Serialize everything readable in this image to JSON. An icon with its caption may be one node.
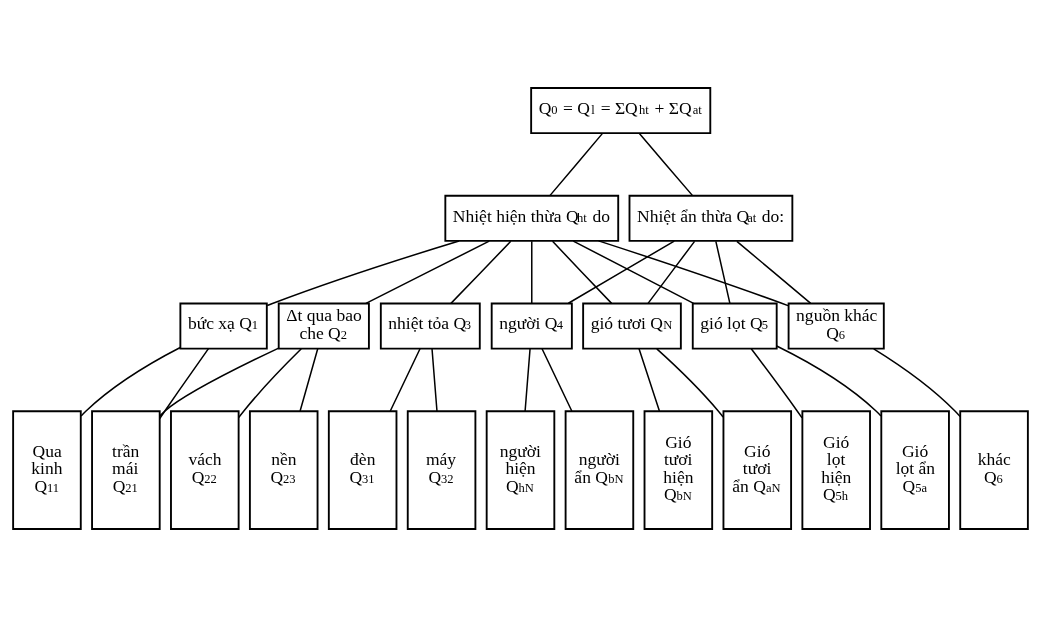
{
  "diagram": {
    "nodes": [
      {
        "text": [
          "Q$_{0}$ = Q$_{l}$ = ΣQ$_{ht}$ + ΣQ$_{at}$"
        ]
      },
      {
        "text": [
          "Nhiệt hiện thừa Q$_{ht}$ do"
        ]
      },
      {
        "text": [
          "Nhiệt ẩn thừa Q$_{at}$ do:"
        ]
      },
      {
        "text": [
          "bức xạ Q$_{1}$"
        ]
      },
      {
        "text": [
          "Δt qua bao che Q$_{2}$"
        ]
      },
      {
        "text": [
          "nhiệt tỏa Q$_{3}$"
        ]
      },
      {
        "text": [
          "người Q$_{4}$"
        ]
      },
      {
        "text": [
          "gió tươi Q$_{N}$"
        ]
      },
      {
        "text": [
          "gió lọt Q$_{5}$"
        ]
      },
      {
        "text": [
          "nguồn khác Q$_{6}$"
        ]
      },
      {
        "text": [
          "Qua kinh Q$_{11}$"
        ]
      },
      {
        "text": [
          "trần mái Q$_{21}$"
        ]
      },
      {
        "text": [
          "vách Q$_{22}$"
        ]
      },
      {
        "text": [
          "nền Q$_{23}$"
        ]
      },
      {
        "text": [
          "đèn Q$_{31}$"
        ]
      },
      {
        "text": [
          "máy Q$_{32}$"
        ]
      },
      {
        "text": [
          "người hiện Q$_{hN}$"
        ]
      },
      {
        "text": [
          "người ẩn Q$_{bN}$"
        ]
      },
      {
        "text": [
          "Gió tươi hiện Q$_{bN}$"
        ]
      },
      {
        "text": [
          "Gió tươi ẩn Q$_{aN}$"
        ]
      },
      {
        "text": [
          "Gió lọt hiện Q$_{5h}$"
        ]
      },
      {
        "text": [
          "Gió lọt ẩn Q$_{5a}$"
        ]
      },
      {
        "text": [
          "khác Q$_{6}$"
        ]
      }
    ],
    "edges": [
      {
        "from": 0,
        "to": 1,
        "arrow": "none"
      },
      {
        "from": 0,
        "to": 2,
        "arrow": "none"
      },
      {
        "from": 1,
        "to": 3,
        "arrow": "none"
      },
      {
        "from": 1,
        "to": 4,
        "arrow": "none"
      },
      {
        "from": 1,
        "to": 5,
        "arrow": "none"
      },
      {
        "from": 1,
        "to": 6,
        "arrow": "none"
      },
      {
        "from": 1,
        "to": 7,
        "arrow": "none"
      },
      {
        "from": 1,
        "to": 8,
        "arrow": "none"
      },
      {
        "from": 1,
        "to": 9,
        "arrow": "none"
      },
      {
        "from": 2,
        "to": 6,
        "arrow": "none"
      },
      {
        "from": 2,
        "to": 7,
        "arrow": "none"
      },
      {
        "from": 2,
        "to": 8,
        "arrow": "none"
      },
      {
        "from": 2,
        "to": 9,
        "arrow": "none"
      },
      {
        "from": 3,
        "to": 10,
        "arrow": "none"
      },
      {
        "from": 3,
        "to": 11,
        "arrow": "none"
      },
      {
        "from": 4,
        "to": 11,
        "arrow": "none"
      },
      {
        "from": 4,
        "to": 12,
        "arrow": "none"
      },
      {
        "from": 4,
        "to": 13,
        "arrow": "none"
      },
      {
        "from": 5,
        "to": 14,
        "arrow": "none"
      },
      {
        "from": 5,
        "to": 15,
        "arrow": "none"
      },
      {
        "from": 6,
        "to": 16,
        "arrow": "none"
      },
      {
        "from": 6,
        "to": 17,
        "arrow": "none"
      },
      {
        "from": 7,
        "to": 18,
        "arrow": "none"
      },
      {
        "from": 7,
        "to": 19,
        "arrow": "none"
      },
      {
        "from": 8,
        "to": 20,
        "arrow": "none"
      },
      {
        "from": 8,
        "to": 21,
        "arrow": "none"
      },
      {
        "from": 9,
        "to": 22,
        "arrow": "none"
      }
    ]
  }
}
